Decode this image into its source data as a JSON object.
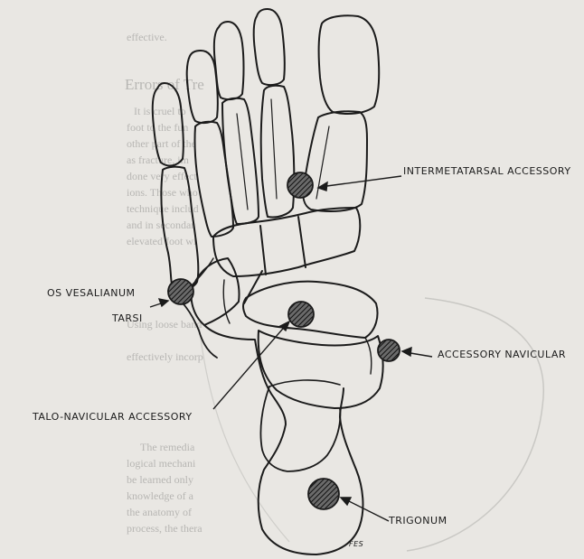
{
  "labels": {
    "intermetatarsal": "INTERMETATARSAL ACCESSORY",
    "os_vesalianum": "OS VESALIANUM",
    "tarsi": "TARSI",
    "accessory_navicular": "ACCESSORY NAVICULAR",
    "talo_navicular": "TALO-NAVICULAR ACCESSORY",
    "trigonum": "TRIGONUM",
    "signature": "FES"
  },
  "background_text": {
    "heading": "Errors of Tre",
    "lines": [
      "effective.",
      "It is cruel to",
      "foot to the fun",
      "other part of the",
      "as fracture, im",
      "done very effect",
      "ions. Those who",
      "technique includ",
      "and in secondar",
      "elevated foot wi",
      "Using loose band",
      "effectively incorp",
      "The remedia",
      "logical mechani",
      "be learned only",
      "knowledge of a",
      "the anatomy of",
      "process, the thera"
    ]
  },
  "colors": {
    "ink": "#1b1b1b",
    "paper": "#e9e7e3",
    "hatch_fill": "#3a3a3a",
    "bleed_through": "#b7b6b3"
  }
}
